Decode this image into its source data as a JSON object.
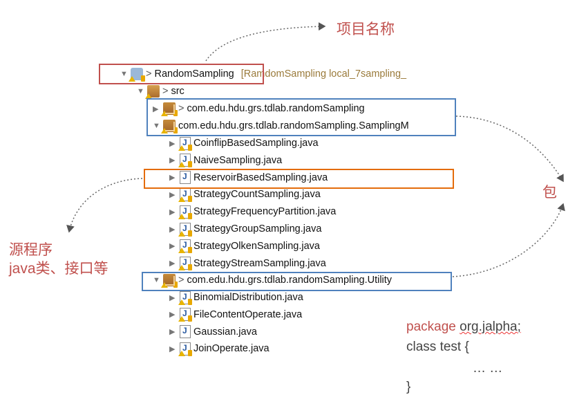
{
  "annotations": {
    "project_name": "项目名称",
    "package": "包",
    "source_line1": "源程序",
    "source_line2": "java类、接口等"
  },
  "tree": {
    "project": {
      "name": "RandomSampling",
      "decoration": "[RamdomSampling local_7sampling_"
    },
    "src": "src",
    "packages": [
      {
        "name": "com.edu.hdu.grs.tdlab.randomSampling",
        "expanded": false,
        "dirty": true
      },
      {
        "name": "com.edu.hdu.grs.tdlab.randomSampling.SamplingM",
        "expanded": true,
        "dirty": false,
        "files": [
          "CoinflipBasedSampling.java",
          "NaiveSampling.java",
          "ReservoirBasedSampling.java",
          "StrategyCountSampling.java",
          "StrategyFrequencyPartition.java",
          "StrategyGroupSampling.java",
          "StrategyOlkenSampling.java",
          "StrategyStreamSampling.java"
        ]
      },
      {
        "name": "com.edu.hdu.grs.tdlab.randomSampling.Utility",
        "expanded": true,
        "dirty": true,
        "files": [
          "BinomialDistribution.java",
          "FileContentOperate.java",
          "Gaussian.java",
          "JoinOperate.java"
        ]
      }
    ]
  },
  "code": {
    "keyword": "package",
    "pkg": "org.jalpha;",
    "line2": "class test {",
    "line3": "… …",
    "line4": "}"
  },
  "colors": {
    "red": "#c0504d",
    "blue": "#4f81bd",
    "orange": "#e46c0a"
  }
}
